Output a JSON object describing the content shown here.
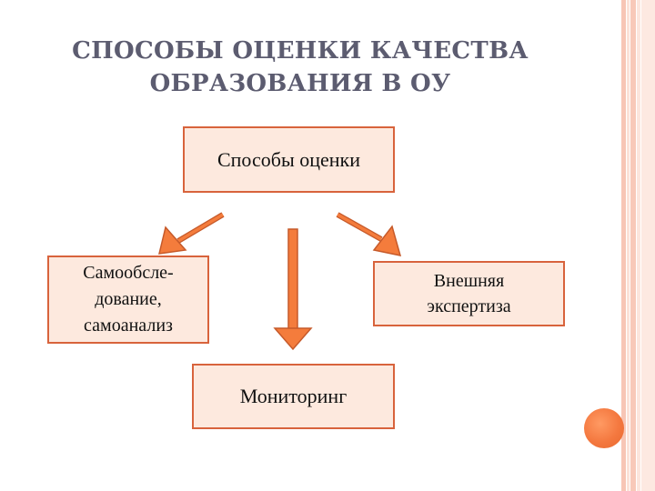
{
  "slide": {
    "title_line1": "СПОСОБЫ ОЦЕНКИ КАЧЕСТВА",
    "title_line2": "ОБРАЗОВАНИЯ В ОУ"
  },
  "diagram": {
    "root": "Способы оценки",
    "self_assessment": {
      "line1": "Самообсле-",
      "line2": "дование,",
      "line3": "самоанализ"
    },
    "expertise": {
      "line1": "Внешняя",
      "line2": "экспертиза"
    },
    "monitoring": "Мониторинг"
  },
  "colors": {
    "box_fill": "#fde9de",
    "box_border": "#d8633c",
    "arrow_fill": "#f47c3c",
    "arrow_outline": "#c65a2a",
    "title": "#5c5c70"
  }
}
